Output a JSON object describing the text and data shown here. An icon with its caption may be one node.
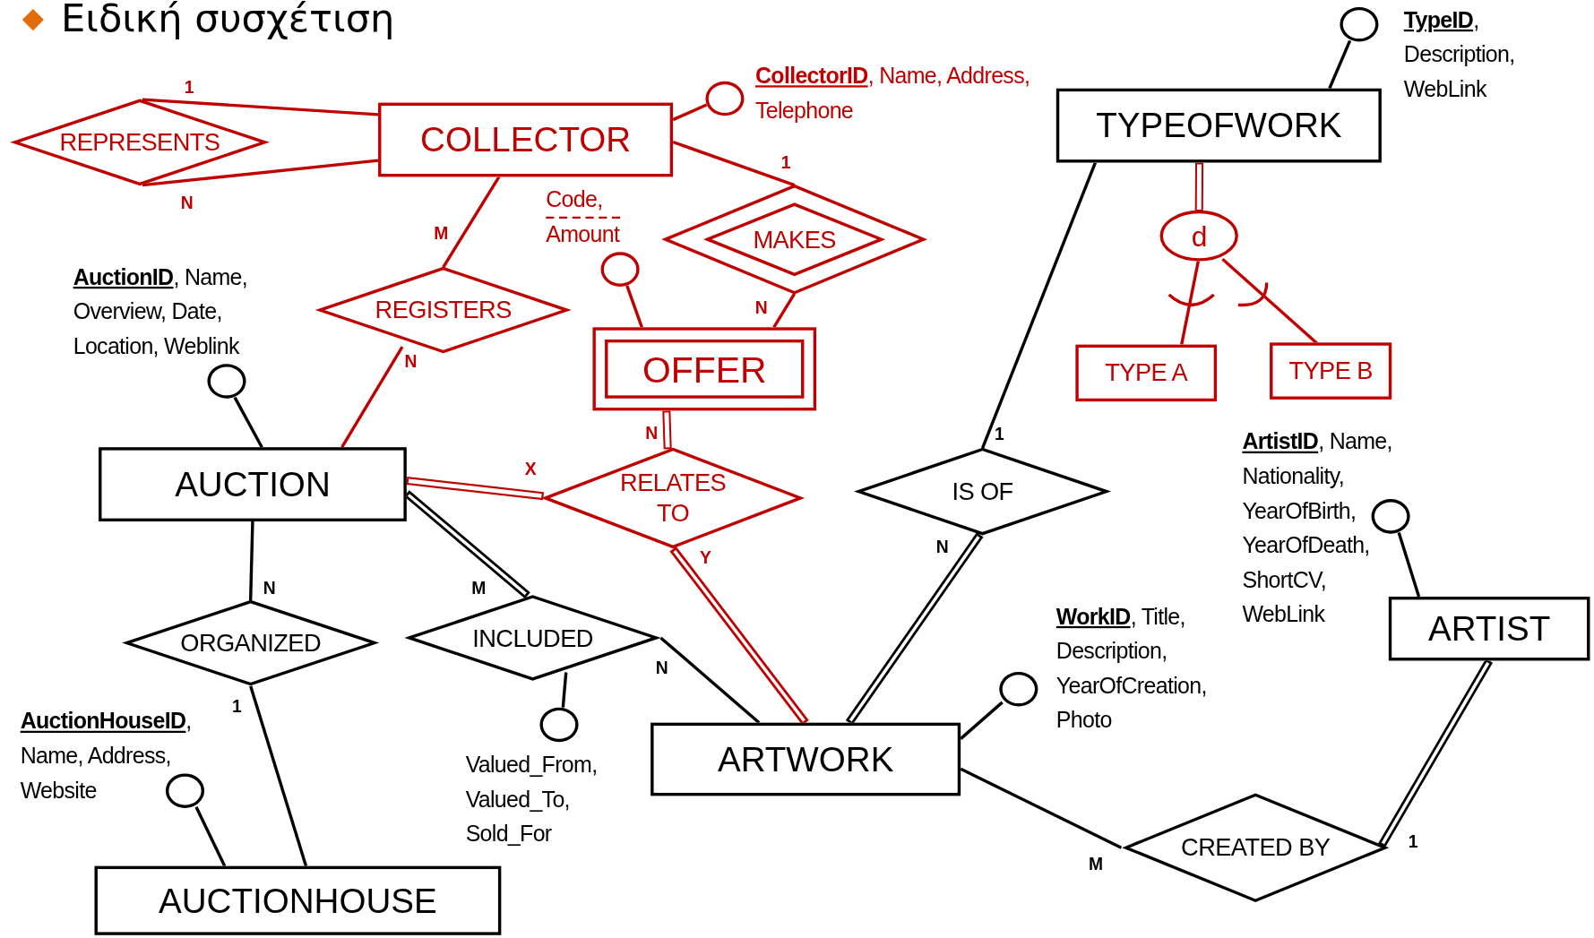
{
  "diagram": {
    "title": "Ειδική συσχέτιση",
    "nodes": [
      {
        "text": [
          "COLLECTOR"
        ]
      },
      {
        "text": [
          "REPRESENTS"
        ]
      },
      {
        "text": [
          "MAKES"
        ]
      },
      {
        "text": [
          "REGISTERS"
        ]
      },
      {
        "text": [
          "OFFER"
        ]
      },
      {
        "text": [
          "TYPEOFWORK"
        ]
      },
      {
        "text": [
          "d"
        ]
      },
      {
        "text": [
          "TYPE A"
        ]
      },
      {
        "text": [
          "TYPE B"
        ]
      },
      {
        "text": [
          "AUCTION"
        ]
      },
      {
        "text": [
          "RELATES TO"
        ]
      },
      {
        "text": [
          "IS OF"
        ]
      },
      {
        "text": [
          "ORGANIZED"
        ]
      },
      {
        "text": [
          "INCLUDED"
        ]
      },
      {
        "text": [
          "ARTWORK"
        ]
      },
      {
        "text": [
          "ARTIST"
        ]
      },
      {
        "text": [
          "CREATED BY"
        ]
      },
      {
        "text": [
          "AUCTIONHOUSE"
        ]
      },
      {
        "text": [],
        "shape": "circle",
        "beside": [
          "**CollectorID**, Name, Address, Telephone"
        ]
      },
      {
        "text": [],
        "shape": "circle",
        "beside": [
          "**TypeID**, Description, WebLink"
        ]
      },
      {
        "text": [],
        "shape": "circle",
        "beside": [
          "Code, Amount"
        ]
      },
      {
        "text": [],
        "shape": "circle",
        "beside": [
          "**AuctionID**, Name, Overview, Date, Location, Weblink"
        ]
      },
      {
        "text": [],
        "shape": "circle",
        "beside": [
          "Valued_From, Valued_To, Sold_For"
        ]
      },
      {
        "text": [],
        "shape": "circle",
        "beside": [
          "**WorkID**, Title, Description, YearOfCreation, Photo"
        ]
      },
      {
        "text": [],
        "shape": "circle",
        "beside": [
          "**ArtistID**, Name, Nationality, YearOfBirth, YearOfDeath, ShortCV, WebLink"
        ]
      },
      {
        "text": [],
        "shape": "circle",
        "beside": [
          "**AuctionHouseID**, Name, Address, Website"
        ]
      }
    ],
    "edges": [
      {
        "from": 1,
        "to": 0,
        "arrow": "none",
        "label": "1",
        "color": "#c00000"
      },
      {
        "from": 1,
        "to": 0,
        "arrow": "none",
        "label": "N",
        "color": "#c00000"
      },
      {
        "from": 0,
        "to": 2,
        "arrow": "none",
        "label": "1",
        "color": "#c00000"
      },
      {
        "from": 2,
        "to": 4,
        "arrow": "none",
        "label": "N",
        "color": "#c00000"
      },
      {
        "from": 0,
        "to": 3,
        "arrow": "none",
        "label": "M",
        "color": "#c00000"
      },
      {
        "from": 3,
        "to": 9,
        "arrow": "none",
        "label": "N",
        "color": "#c00000"
      },
      {
        "from": 18,
        "to": 0,
        "arrow": "none",
        "color": "#c00000"
      },
      {
        "from": 20,
        "to": 4,
        "arrow": "none",
        "color": "#c00000"
      },
      {
        "from": 4,
        "to": 10,
        "arrow": "none",
        "label": "N",
        "style": "thick",
        "color": "#c00000"
      },
      {
        "from": 9,
        "to": 10,
        "arrow": "none",
        "label": "X",
        "style": "thick",
        "color": "#c00000"
      },
      {
        "from": 10,
        "to": 14,
        "arrow": "none",
        "label": "Y",
        "style": "thick",
        "color": "#c00000"
      },
      {
        "from": 5,
        "to": 6,
        "arrow": "none",
        "style": "thick",
        "color": "#c00000"
      },
      {
        "from": 6,
        "to": 7,
        "arrow": "none",
        "color": "#c00000"
      },
      {
        "from": 6,
        "to": 8,
        "arrow": "none",
        "color": "#c00000"
      },
      {
        "from": 19,
        "to": 5,
        "arrow": "none",
        "color": "#000000"
      },
      {
        "from": 5,
        "to": 11,
        "arrow": "none",
        "label": "1",
        "color": "#000000"
      },
      {
        "from": 11,
        "to": 14,
        "arrow": "none",
        "label": "N",
        "style": "thick",
        "color": "#000000"
      },
      {
        "from": 21,
        "to": 9,
        "arrow": "none",
        "color": "#000000"
      },
      {
        "from": 9,
        "to": 12,
        "arrow": "none",
        "label": "N",
        "color": "#000000"
      },
      {
        "from": 12,
        "to": 17,
        "arrow": "none",
        "label": "1",
        "color": "#000000"
      },
      {
        "from": 9,
        "to": 13,
        "arrow": "none",
        "label": "M",
        "style": "thick",
        "color": "#000000"
      },
      {
        "from": 13,
        "to": 14,
        "arrow": "none",
        "label": "N",
        "color": "#000000"
      },
      {
        "from": 22,
        "to": 13,
        "arrow": "none",
        "color": "#000000"
      },
      {
        "from": 23,
        "to": 14,
        "arrow": "none",
        "color": "#000000"
      },
      {
        "from": 14,
        "to": 16,
        "arrow": "none",
        "label": "M",
        "color": "#000000"
      },
      {
        "from": 16,
        "to": 15,
        "arrow": "none",
        "label": "1",
        "style": "thick",
        "color": "#000000"
      },
      {
        "from": 24,
        "to": 15,
        "arrow": "none",
        "color": "#000000"
      },
      {
        "from": 25,
        "to": 17,
        "arrow": "none",
        "color": "#000000"
      }
    ]
  }
}
